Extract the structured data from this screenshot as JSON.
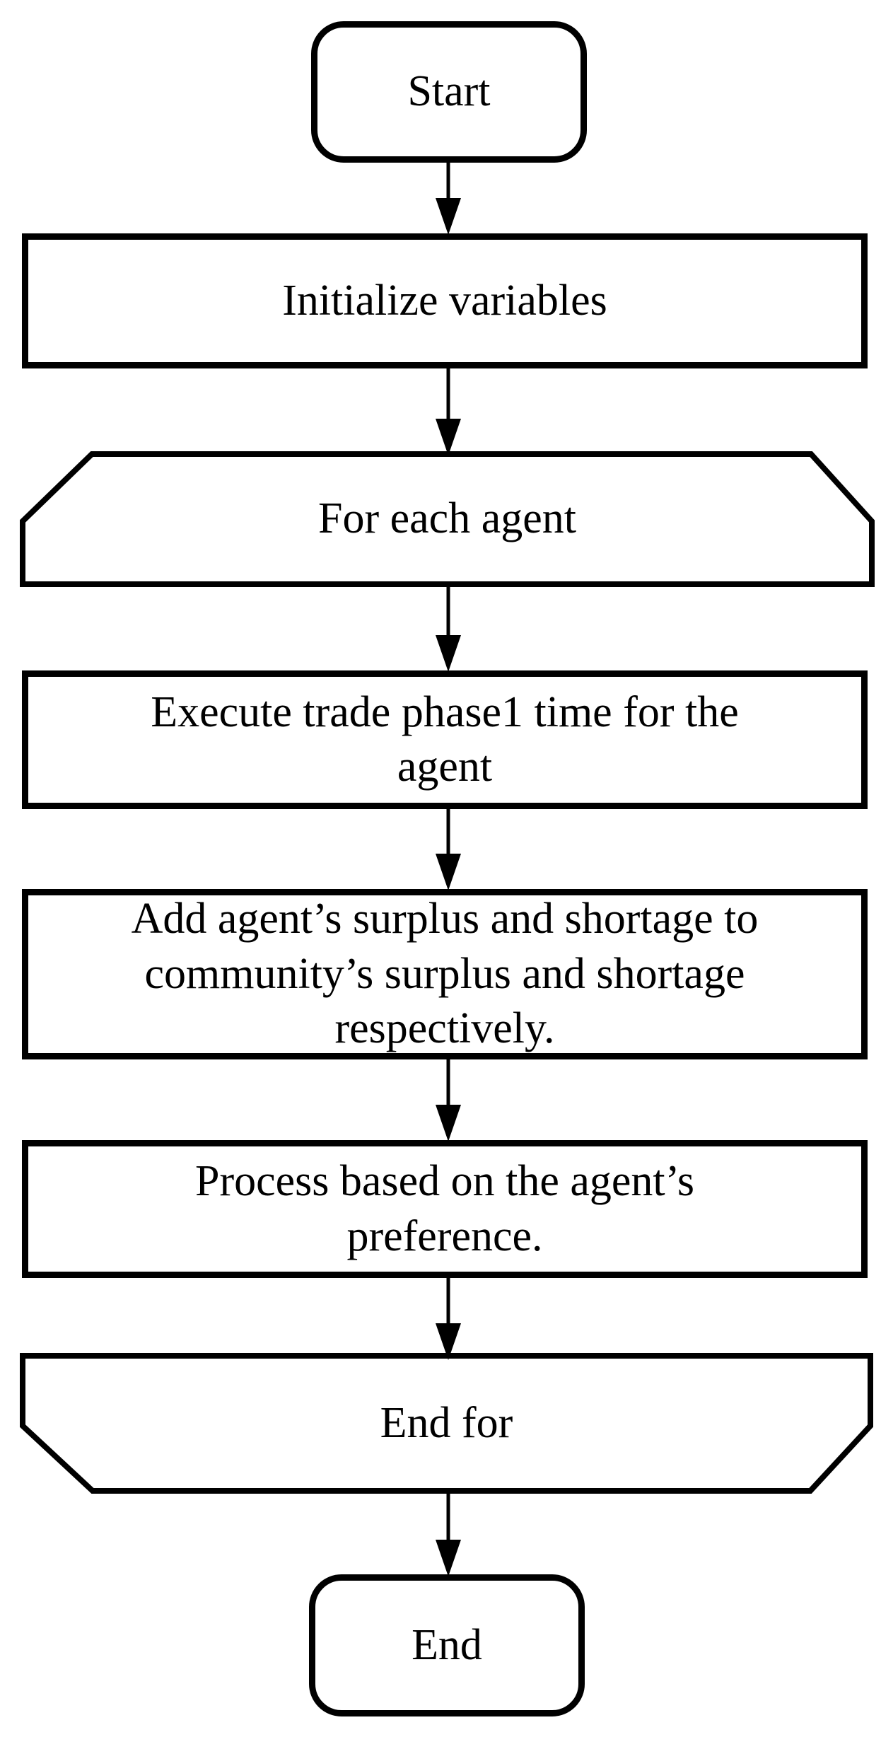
{
  "figure": {
    "type": "flowchart",
    "background_color": "#ffffff",
    "stroke_color": "#000000",
    "text_color": "#000000"
  },
  "nodes": {
    "start": {
      "label": "Start",
      "shape": "rounded-rectangle"
    },
    "initialize": {
      "label": "Initialize variables",
      "shape": "rectangle"
    },
    "for_each_agent": {
      "label": "For each agent",
      "shape": "loop-start-hexagon"
    },
    "execute_trade": {
      "label": "Execute trade phase1 time for the\nagent",
      "shape": "rectangle"
    },
    "add_surplus_shortage": {
      "label": "Add agent’s surplus and shortage to\ncommunity’s surplus and shortage\nrespectively.",
      "shape": "rectangle"
    },
    "process_preference": {
      "label": "Process based on the agent’s\npreference.",
      "shape": "rectangle"
    },
    "end_for": {
      "label": "End for",
      "shape": "loop-end-hexagon"
    },
    "end": {
      "label": "End",
      "shape": "rounded-rectangle"
    }
  },
  "edges": [
    {
      "from": "start",
      "to": "initialize"
    },
    {
      "from": "initialize",
      "to": "for_each_agent"
    },
    {
      "from": "for_each_agent",
      "to": "execute_trade"
    },
    {
      "from": "execute_trade",
      "to": "add_surplus_shortage"
    },
    {
      "from": "add_surplus_shortage",
      "to": "process_preference"
    },
    {
      "from": "process_preference",
      "to": "end_for"
    },
    {
      "from": "end_for",
      "to": "end"
    }
  ]
}
